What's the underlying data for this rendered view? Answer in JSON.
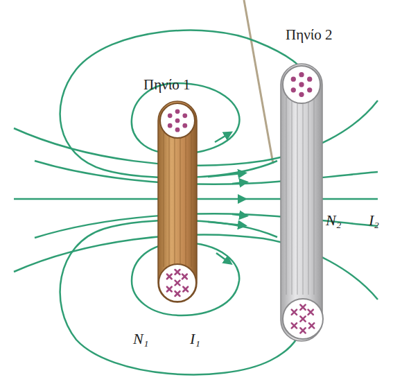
{
  "diagram": {
    "labels": [
      "Πηνίο 1",
      "Πηνίο 2",
      "N₂",
      "I₂",
      "N₁",
      "I₁"
    ]
  }
}
